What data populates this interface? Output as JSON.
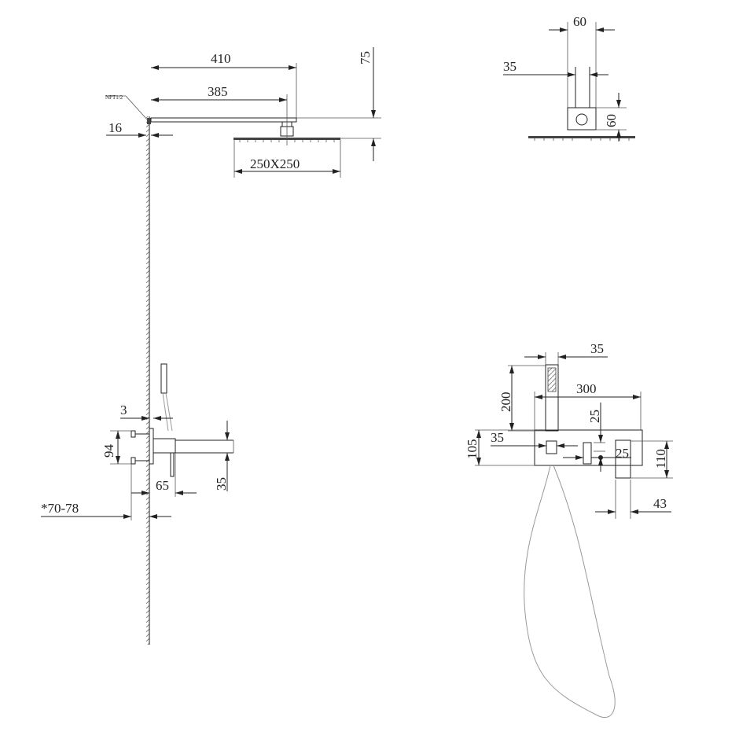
{
  "top_left": {
    "arm_length": "410",
    "arm_projection": "385",
    "flange": "16",
    "drop": "75",
    "head_size": "250X250",
    "thread": "NPT1/2"
  },
  "top_right": {
    "width": "60",
    "offset": "35",
    "height": "60"
  },
  "bottom_left": {
    "plate": "3",
    "handle_spacing": "94",
    "spout_height": "35",
    "spout_length": "65",
    "depth_range": "*70-78"
  },
  "bottom_right": {
    "hand_width": "35",
    "hand_length": "200",
    "plate_width": "300",
    "gap_v": "25",
    "plate_height": "105",
    "holder": "35",
    "gap_h": "25",
    "spout_height": "110",
    "spout_width": "43"
  },
  "colors": {
    "line": "#222222",
    "background": "#ffffff"
  }
}
